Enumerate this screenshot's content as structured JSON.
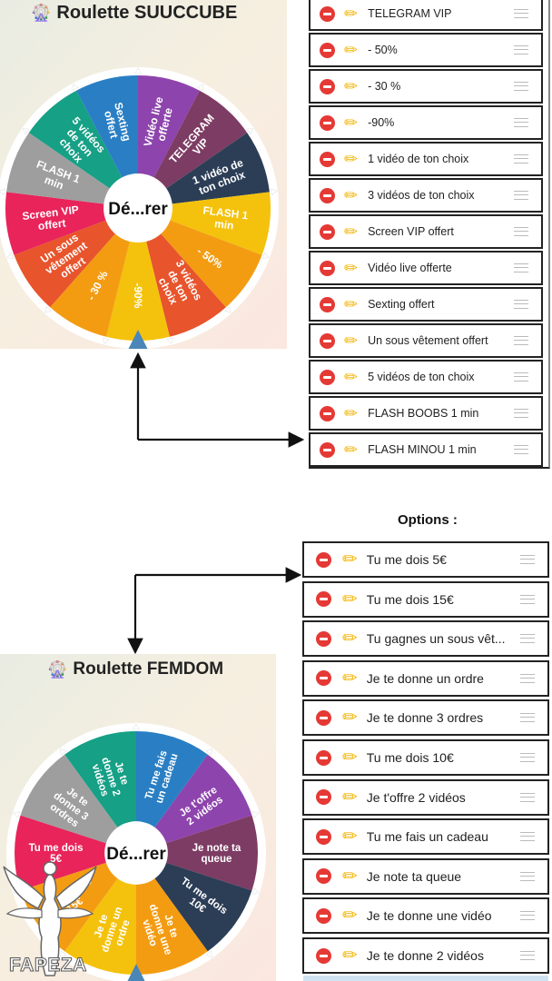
{
  "top_app": {
    "title": "Roulette SUUCCUBE",
    "icon": "ferris-wheel-icon",
    "spin_label": "Dé...rer",
    "wheel_segments": [
      {
        "label": "Vidéo live offerte",
        "color": "#8e44ad"
      },
      {
        "label": "TELEGRAM VIP",
        "color": "#7d3c63"
      },
      {
        "label": "1 vidéo de ton choix",
        "color": "#2c3e56"
      },
      {
        "label": "FLASH 1 min",
        "color": "#f4c20d"
      },
      {
        "label": "- 50%",
        "color": "#f39c12"
      },
      {
        "label": "3 vidéos de ton choix",
        "color": "#e8542c"
      },
      {
        "label": "-90%",
        "color": "#f4c20d"
      },
      {
        "label": "- 30 %",
        "color": "#f39c12"
      },
      {
        "label": "Un sous vêtement offert",
        "color": "#e8542c"
      },
      {
        "label": "Screen VIP offert",
        "color": "#e8245a"
      },
      {
        "label": "FLASH 1 min",
        "color": "#9e9e9e"
      },
      {
        "label": "5 vidéos de ton choix",
        "color": "#16a085"
      },
      {
        "label": "Sexting offert",
        "color": "#2a7fc4"
      }
    ],
    "options": [
      "TELEGRAM VIP",
      "- 50%",
      "- 30 %",
      "-90%",
      "1 vidéo de ton choix",
      "3 vidéos de ton choix",
      "Screen VIP offert",
      "Vidéo live offerte",
      "Sexting offert",
      "Un sous vêtement offert",
      "5 vidéos de ton choix",
      "FLASH BOOBS 1 min",
      "FLASH MINOU 1 min"
    ]
  },
  "bottom_app": {
    "title": "Roulette FEMDOM",
    "icon": "ferris-wheel-icon",
    "spin_label": "Dé...rer",
    "options_heading": "Options :",
    "wheel_segments": [
      {
        "label": "Tu me fais un cadeau",
        "color": "#2a7fc4"
      },
      {
        "label": "Je t'offre 2 vidéos",
        "color": "#8e44ad"
      },
      {
        "label": "Je note ta queue",
        "color": "#7d3c63"
      },
      {
        "label": "Tu me dois 10€",
        "color": "#2c3e56"
      },
      {
        "label": "Je te donne une vidéo",
        "color": "#f39c12"
      },
      {
        "label": "Je te donne un ordre",
        "color": "#f4c20d"
      },
      {
        "label": "Tu me dois 15€",
        "color": "#f39c12"
      },
      {
        "label": "Tu me dois 5€",
        "color": "#e8245a"
      },
      {
        "label": "Je te donne 3 ordres",
        "color": "#9e9e9e"
      },
      {
        "label": "Je te donne 2 vidéos",
        "color": "#16a085"
      }
    ],
    "options": [
      "Tu me dois 5€",
      "Tu me dois 15€",
      "Tu gagnes un sous vêt...",
      "Je te donne un ordre",
      "Je te donne 3 ordres",
      "Tu me dois 10€",
      "Je t'offre 2 vidéos",
      "Tu me fais un cadeau",
      "Je note ta queue",
      "Je te donne une vidéo",
      "Je te donne 2 vidéos"
    ]
  },
  "watermark": {
    "text": "FAPEZA"
  },
  "icons": {
    "remove": "minus-circle-icon",
    "edit": "pencil-icon",
    "reorder": "drag-handle-icon"
  },
  "colors": {
    "remove": "#e53935",
    "edit": "#f4b400",
    "pointer": "#4a86b8"
  }
}
